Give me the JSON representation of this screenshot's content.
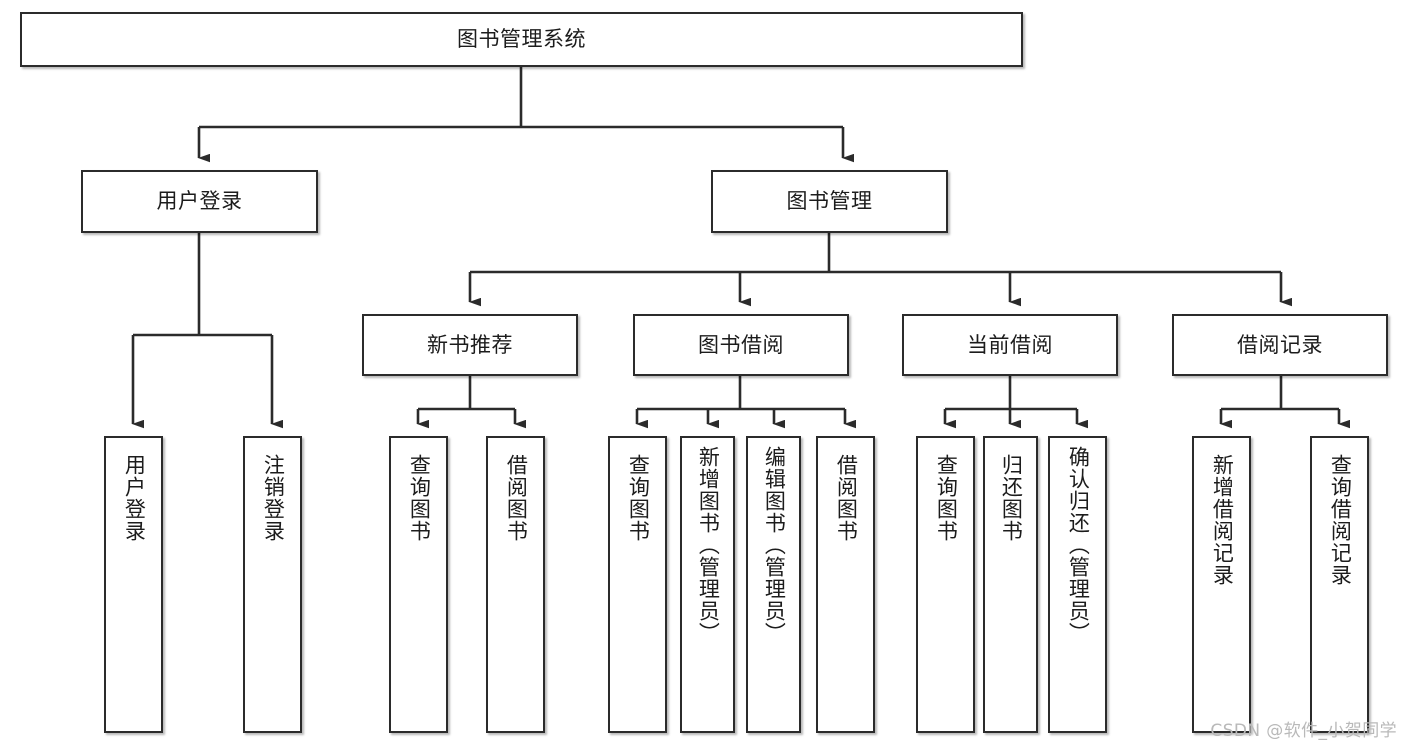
{
  "diagram": {
    "title": "图书管理系统",
    "type": "tree",
    "watermark": "CSDN @软件_小贺同学",
    "colors": {
      "box_border": "#2b2b2b",
      "box_fill": "#ffffff",
      "line": "#2b2b2b",
      "text": "#1c1c1c",
      "watermark": "#b9b9b9"
    },
    "nodes": {
      "root": {
        "label": "图书管理系统"
      },
      "level2": [
        {
          "label": "用户登录"
        },
        {
          "label": "图书管理"
        }
      ],
      "level3": [
        {
          "label": "新书推荐"
        },
        {
          "label": "图书借阅"
        },
        {
          "label": "当前借阅"
        },
        {
          "label": "借阅记录"
        }
      ],
      "leaves_user_login": [
        {
          "label": "用户登录"
        },
        {
          "label": "注销登录"
        }
      ],
      "leaves_new_books": [
        {
          "label": "查询图书"
        },
        {
          "label": "借阅图书"
        }
      ],
      "leaves_borrow": [
        {
          "label": "查询图书"
        },
        {
          "label": "新增图书（管理员）"
        },
        {
          "label": "编辑图书（管理员）"
        },
        {
          "label": "借阅图书"
        }
      ],
      "leaves_current": [
        {
          "label": "查询图书"
        },
        {
          "label": "归还图书"
        },
        {
          "label": "确认归还（管理员）"
        }
      ],
      "leaves_records": [
        {
          "label": "新增借阅记录"
        },
        {
          "label": "查询借阅记录"
        }
      ]
    }
  }
}
